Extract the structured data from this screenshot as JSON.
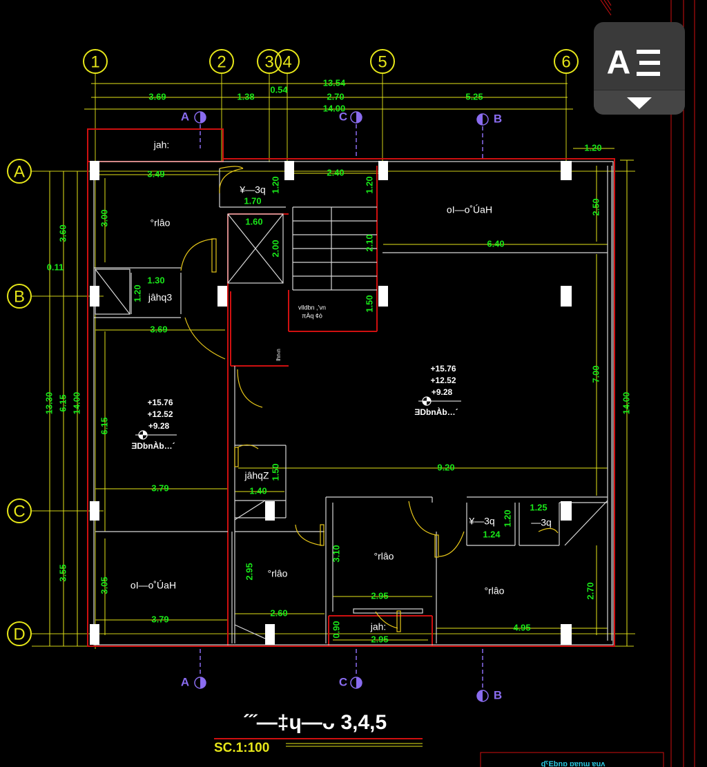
{
  "grid": {
    "columns": [
      "1",
      "2",
      "3",
      "4",
      "5",
      "6"
    ],
    "rows": [
      "A",
      "B",
      "C",
      "D"
    ]
  },
  "sections": {
    "a": "A",
    "b": "B",
    "c": "C"
  },
  "dims": {
    "top_total": "13.54",
    "top_overall": "14.00",
    "top_369": "3.69",
    "top_138": "1.38",
    "top_054": "0.54",
    "top_270": "2.70",
    "top_525": "5.25",
    "right_120": "1.20",
    "d349": "3.49",
    "d240": "2.40",
    "d300": "3.00",
    "d120a": "1.20",
    "d170": "1.70",
    "d120b": "1.20",
    "d160": "1.60",
    "d200": "2.00",
    "d210": "2.10",
    "d250": "2.50",
    "d640": "6.40",
    "d130": "1.30",
    "d120c": "1.20",
    "d150a": "1.50",
    "d369b": "3.69",
    "d615a": "6.15",
    "d700": "7.00",
    "d1400r": "14.00",
    "d150b": "1.50",
    "d920": "9.20",
    "d140": "1.40",
    "d379a": "3.79",
    "d120d": "1.20",
    "d125": "1.25",
    "d124": "1.24",
    "d310": "3.10",
    "d305": "3.05",
    "d295a": "2.95",
    "d260": "2.60",
    "d295b": "2.95",
    "d090": "0.90",
    "d295c": "2.95",
    "d379b": "3.79",
    "d495": "4.95",
    "d270": "2.70",
    "left_360": "3.60",
    "left_011": "0.11",
    "left_1330": "13.30",
    "left_615": "6.15",
    "left_1400": "14.00",
    "left_355": "3.55"
  },
  "rooms": {
    "balcony_top": "jаh:",
    "wc_top": "¥—3q",
    "bedroom_tl": "°rlâo",
    "living_tr": "oI—o˚ÚaH",
    "closet_b": "jâhq3",
    "stair_note_1": "vlldbn ,’vn",
    "stair_note_2": "πÀq ¢ò",
    "shaft": "lhn‹n",
    "wc_mid": "jâhqZ",
    "living_bl": "oI—o˚ÚaH",
    "bedroom_bm": "°rlâo",
    "bedroom_bc": "°rlâo",
    "bedroom_br": "°rlâo",
    "wc_br1": "¥—3q",
    "wc_br2": "—3q",
    "balcony_bottom": "jаh:"
  },
  "levels": {
    "left": [
      "+15.76",
      "+12.52",
      "+9.28",
      "ƎDbnÀb…´"
    ],
    "right": [
      "+15.76",
      "+12.52",
      "+9.28",
      "ƎDbnÀb…´"
    ]
  },
  "title_block": {
    "title": "´˝—‡ɥ—ᴗ 3,4,5",
    "scale": "SC.1:100",
    "stamp_text": "ʠˤEbnɒ ɒɐnɯ ɐuʌ"
  },
  "toolbar": {
    "icon": "text-format-icon",
    "dropdown_icon": "chevron-down-icon",
    "glyph": "AΞ"
  },
  "colors": {
    "background": "#000000",
    "wall": "#d01010",
    "grid_line": "#e6e619",
    "dimension": "#19e619",
    "section_marker": "#8a6cf0",
    "text": "#ffffff"
  }
}
